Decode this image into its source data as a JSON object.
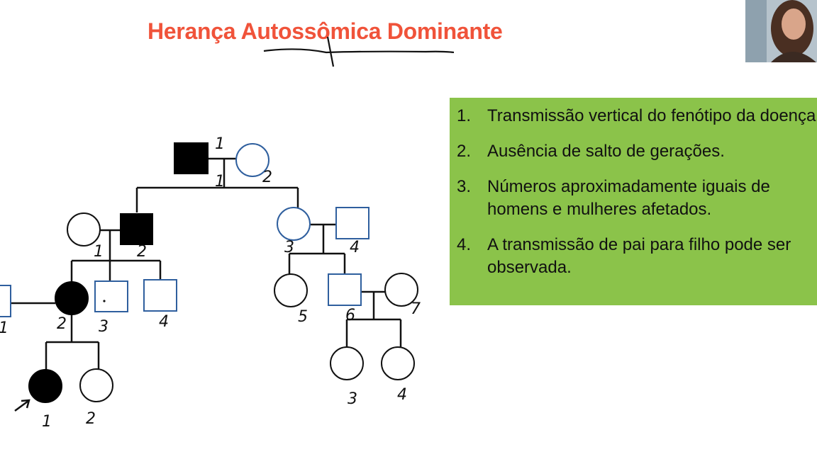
{
  "slide": {
    "title": "Herança Autossômica Dominante"
  },
  "criteria": [
    {
      "number": "1.",
      "text": "Transmissão vertical do fenótipo da doença."
    },
    {
      "number": "2.",
      "text": "Ausência de salto de gerações."
    },
    {
      "number": "3.",
      "text": "Números aproximadamente iguais de homens e mulheres afetados."
    },
    {
      "number": "4.",
      "text": "A transmissão de pai para filho pode ser observada."
    }
  ],
  "pedigree": {
    "labels": {
      "g1_male": "1",
      "g1_female": "2",
      "g1_mark": "1",
      "g2_female_left": "1",
      "g2_male_affected": "2",
      "g2_female_right": "3",
      "g2_male_right": "4",
      "g3_male_left": "1",
      "g3_female_affected": "2",
      "g3_male_3": "3",
      "g3_male_4": "4",
      "g3_female_5": "5",
      "g3_male_6": "6",
      "g3_female_7": "7",
      "g4_female_affected": "1",
      "g4_female_2": "2",
      "g4_female_3": "3",
      "g4_female_4": "4"
    },
    "affected_color": "#000000",
    "unaffected_outline_color": "#2f5f9e",
    "proband_arrow": "arrow-icon"
  },
  "colors": {
    "title": "#f0533a",
    "panel": "#8bc34a"
  }
}
